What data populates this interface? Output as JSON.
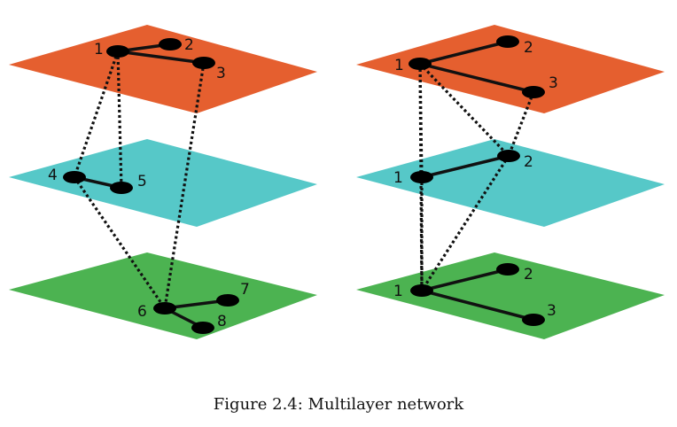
{
  "caption": "Figure 2.4: Multilayer network",
  "colors": {
    "layer_top": "#E55F2F",
    "layer_middle": "#56C8C8",
    "layer_bottom": "#4CB351",
    "node": "#000000",
    "edge": "#111111"
  },
  "left_network": {
    "layer_top": {
      "nodes": [
        "1",
        "2",
        "3"
      ],
      "edges": [
        [
          "1",
          "2"
        ],
        [
          "1",
          "3"
        ]
      ]
    },
    "layer_middle": {
      "nodes": [
        "4",
        "5"
      ],
      "edges": [
        [
          "4",
          "5"
        ]
      ]
    },
    "layer_bottom": {
      "nodes": [
        "6",
        "7",
        "8"
      ],
      "edges": [
        [
          "6",
          "7"
        ],
        [
          "6",
          "8"
        ]
      ]
    },
    "interlayer_edges": [
      [
        "1",
        "4"
      ],
      [
        "1",
        "5"
      ],
      [
        "3",
        "6"
      ],
      [
        "4",
        "6"
      ]
    ]
  },
  "right_network": {
    "layer_top": {
      "nodes": [
        "1",
        "2",
        "3"
      ],
      "edges": [
        [
          "1",
          "2"
        ],
        [
          "1",
          "3"
        ]
      ]
    },
    "layer_middle": {
      "nodes": [
        "1",
        "2"
      ],
      "edges": [
        [
          "1",
          "2"
        ]
      ]
    },
    "layer_bottom": {
      "nodes": [
        "1",
        "2",
        "3"
      ],
      "edges": [
        [
          "1",
          "2"
        ],
        [
          "1",
          "3"
        ]
      ]
    },
    "interlayer_edges": [
      [
        "top:1",
        "middle:1"
      ],
      [
        "top:1",
        "middle:2"
      ],
      [
        "top:1",
        "bottom:1"
      ],
      [
        "top:3",
        "middle:2"
      ],
      [
        "middle:2",
        "bottom:1"
      ],
      [
        "middle:1",
        "bottom:1"
      ]
    ]
  }
}
